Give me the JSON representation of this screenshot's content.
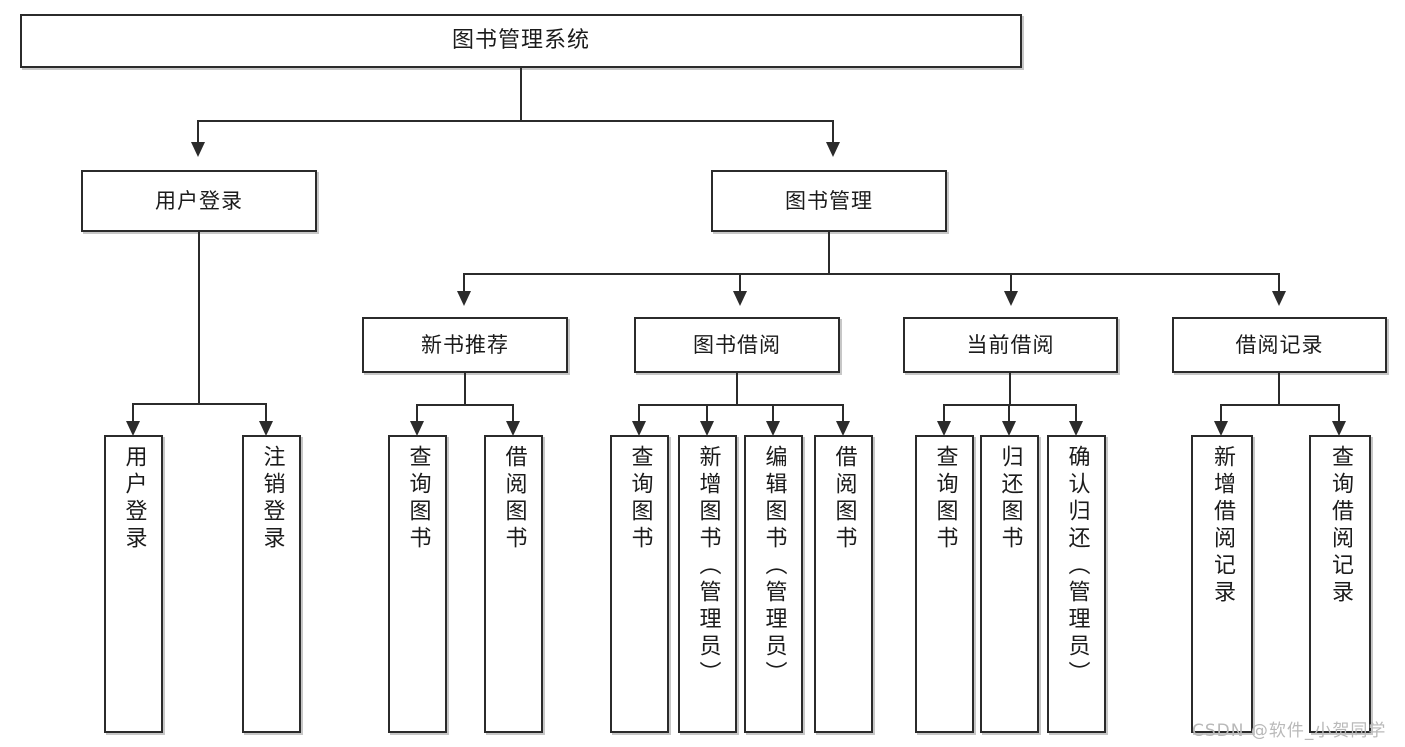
{
  "diagram": {
    "type": "tree-hierarchy-diagram",
    "title": "图书管理系统",
    "watermark": "CSDN @软件_小贺同学",
    "colors": {
      "stroke": "#2b2b2b",
      "fill": "#ffffff",
      "text": "#1b1b1b",
      "watermark": "#b9b9b9"
    },
    "nodes": {
      "root": {
        "label": "图书管理系统"
      },
      "level2": [
        {
          "id": "user-login",
          "label": "用户登录"
        },
        {
          "id": "book-management",
          "label": "图书管理"
        }
      ],
      "level3": [
        {
          "id": "new-book-recommend",
          "label": "新书推荐"
        },
        {
          "id": "book-borrow",
          "label": "图书借阅"
        },
        {
          "id": "current-borrow",
          "label": "当前借阅"
        },
        {
          "id": "borrow-record",
          "label": "借阅记录"
        }
      ],
      "leaves": [
        {
          "id": "leaf-user-login",
          "parent": "user-login",
          "label": "用户登录"
        },
        {
          "id": "leaf-logout-login",
          "parent": "user-login",
          "label": "注销登录"
        },
        {
          "id": "leaf-query-book-1",
          "parent": "new-book-recommend",
          "label": "查询图书"
        },
        {
          "id": "leaf-borrow-book-1",
          "parent": "new-book-recommend",
          "label": "借阅图书"
        },
        {
          "id": "leaf-query-book-2",
          "parent": "book-borrow",
          "label": "查询图书"
        },
        {
          "id": "leaf-add-book",
          "parent": "book-borrow",
          "label": "新增图书（管理员）"
        },
        {
          "id": "leaf-edit-book",
          "parent": "book-borrow",
          "label": "编辑图书（管理员）"
        },
        {
          "id": "leaf-borrow-book-2",
          "parent": "book-borrow",
          "label": "借阅图书"
        },
        {
          "id": "leaf-query-book-3",
          "parent": "current-borrow",
          "label": "查询图书"
        },
        {
          "id": "leaf-return-book",
          "parent": "current-borrow",
          "label": "归还图书"
        },
        {
          "id": "leaf-confirm-return",
          "parent": "current-borrow",
          "label": "确认归还（管理员）"
        },
        {
          "id": "leaf-add-borrow-record",
          "parent": "borrow-record",
          "label": "新增借阅记录"
        },
        {
          "id": "leaf-query-borrow-record",
          "parent": "borrow-record",
          "label": "查询借阅记录"
        }
      ]
    }
  }
}
